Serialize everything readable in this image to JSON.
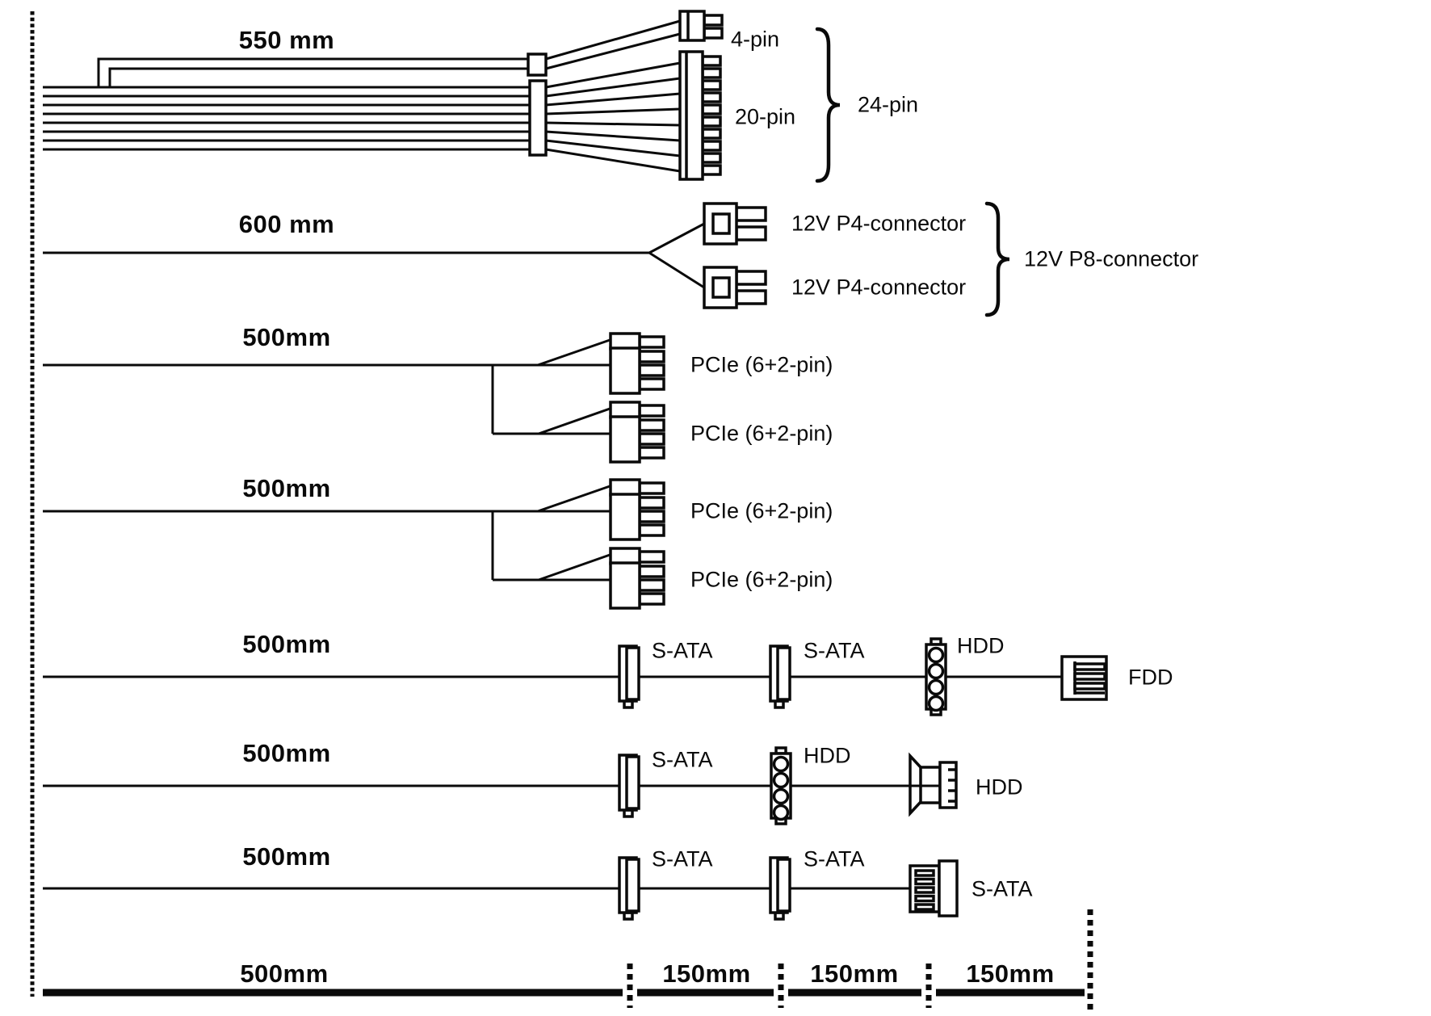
{
  "diagram": {
    "title": "PSU cable configuration diagram",
    "colors": {
      "line": "#0a0a0a",
      "background": "#ffffff"
    },
    "rows": [
      {
        "length": "550 mm",
        "connectors": {
          "small": "4-pin",
          "large": "20-pin",
          "combined": "24-pin"
        }
      },
      {
        "length": "600 mm",
        "connectors": {
          "c1": "12V P4-connector",
          "c2": "12V P4-connector",
          "combined": "12V P8-connector"
        }
      },
      {
        "length": "500mm",
        "connectors": {
          "c1": "PCIe (6+2-pin)",
          "c2": "PCIe (6+2-pin)"
        }
      },
      {
        "length": "500mm",
        "connectors": {
          "c1": "PCIe (6+2-pin)",
          "c2": "PCIe (6+2-pin)"
        }
      },
      {
        "length": "500mm",
        "connectors": {
          "c1": "S-ATA",
          "c2": "S-ATA",
          "c3": "HDD",
          "c4": "FDD"
        }
      },
      {
        "length": "500mm",
        "connectors": {
          "c1": "S-ATA",
          "c2": "HDD",
          "c3": "HDD"
        }
      },
      {
        "length": "500mm",
        "connectors": {
          "c1": "S-ATA",
          "c2": "S-ATA",
          "c3": "S-ATA"
        }
      }
    ],
    "ruler": {
      "seg1": "500mm",
      "seg2": "150mm",
      "seg3": "150mm",
      "seg4": "150mm"
    }
  }
}
